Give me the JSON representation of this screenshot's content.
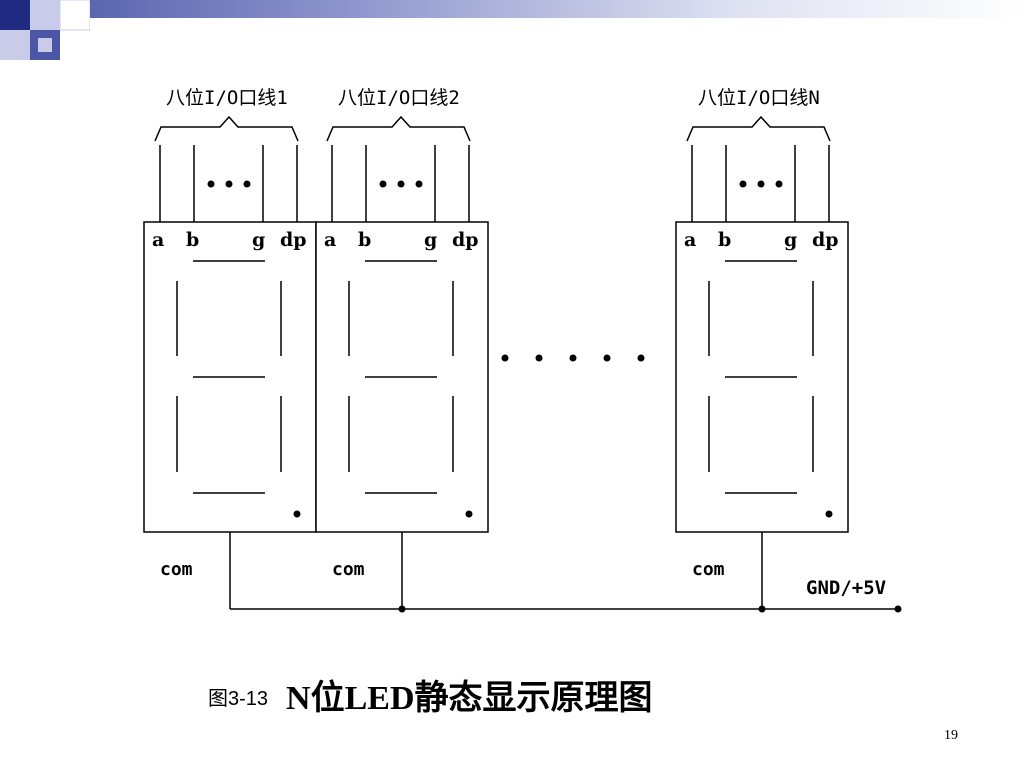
{
  "theme": {
    "accent": "#4b56a6",
    "accent_light": "#b8bde0",
    "line": "#000000"
  },
  "digits": [
    {
      "group_label": "八位I/O口线1",
      "pins": [
        "a",
        "b",
        "g",
        "dp"
      ],
      "com_label": "com"
    },
    {
      "group_label": "八位I/O口线2",
      "pins": [
        "a",
        "b",
        "g",
        "dp"
      ],
      "com_label": "com"
    },
    {
      "group_label": "八位I/O口线N",
      "pins": [
        "a",
        "b",
        "g",
        "dp"
      ],
      "com_label": "com"
    }
  ],
  "bus_label": "GND/+5V",
  "caption": {
    "prefix": "图3-13",
    "title": "N位LED静态显示原理图"
  },
  "page_number": "19"
}
